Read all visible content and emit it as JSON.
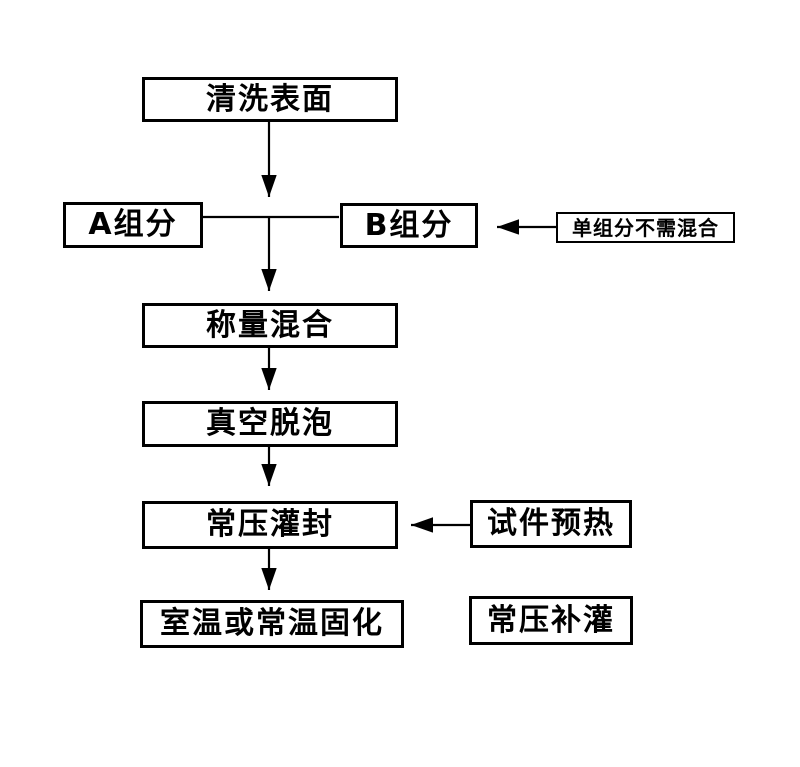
{
  "flowchart": {
    "background_color": "#ffffff",
    "line_color": "#000000",
    "box_border_color": "#000000",
    "text_color": "#000000",
    "nodes": [
      {
        "id": "clean-surface",
        "label": "清洗表面"
      },
      {
        "id": "component-a",
        "label": "A组分"
      },
      {
        "id": "component-b",
        "label": "B组分"
      },
      {
        "id": "single-component-note",
        "label": "单组分不需混合"
      },
      {
        "id": "weigh-mix",
        "label": "称量混合"
      },
      {
        "id": "vacuum-degas",
        "label": "真空脱泡"
      },
      {
        "id": "pressure-potting",
        "label": "常压灌封"
      },
      {
        "id": "specimen-preheat",
        "label": "试件预热"
      },
      {
        "id": "room-temp-cure",
        "label": "室温或常温固化"
      },
      {
        "id": "pressure-refill",
        "label": "常压补灌"
      }
    ],
    "edges": [
      {
        "from": "clean-surface",
        "to": "ab-junction",
        "style": "arrow-down"
      },
      {
        "from": "component-a",
        "to": "component-b",
        "style": "plain-horizontal-through-junction"
      },
      {
        "from": "ab-junction",
        "to": "weigh-mix",
        "style": "arrow-down"
      },
      {
        "from": "weigh-mix",
        "to": "vacuum-degas",
        "style": "arrow-down"
      },
      {
        "from": "vacuum-degas",
        "to": "pressure-potting",
        "style": "arrow-down"
      },
      {
        "from": "pressure-potting",
        "to": "room-temp-cure",
        "style": "arrow-down"
      },
      {
        "from": "single-component-note",
        "to": "component-b",
        "style": "arrow-left"
      },
      {
        "from": "specimen-preheat",
        "to": "pressure-potting",
        "style": "arrow-left"
      }
    ]
  }
}
